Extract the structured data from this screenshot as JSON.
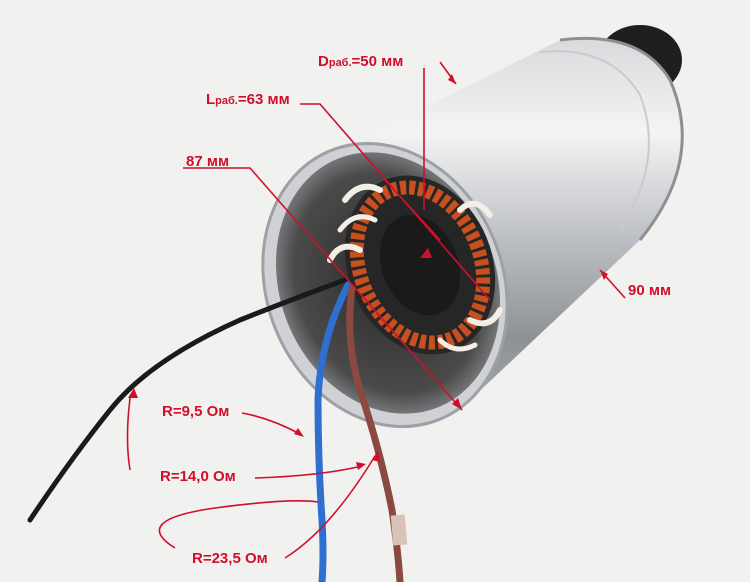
{
  "annotations": {
    "diameter": {
      "prefix": "D",
      "sub": "раб.",
      "suffix": "=50 мм"
    },
    "length": {
      "prefix": "L",
      "sub": "раб.",
      "suffix": "=63 мм"
    },
    "inner_len": "87 мм",
    "outer_dia": "90 мм",
    "r1": "R=9,5 Ом",
    "r2": "R=14,0 Ом",
    "r3": "R=23,5 Ом"
  },
  "colors": {
    "annotation": "#d0102a",
    "wire_black": "#1a1a1a",
    "wire_blue": "#2f6fd0",
    "wire_brown": "#8a4a42",
    "copper": "#c8501e"
  }
}
